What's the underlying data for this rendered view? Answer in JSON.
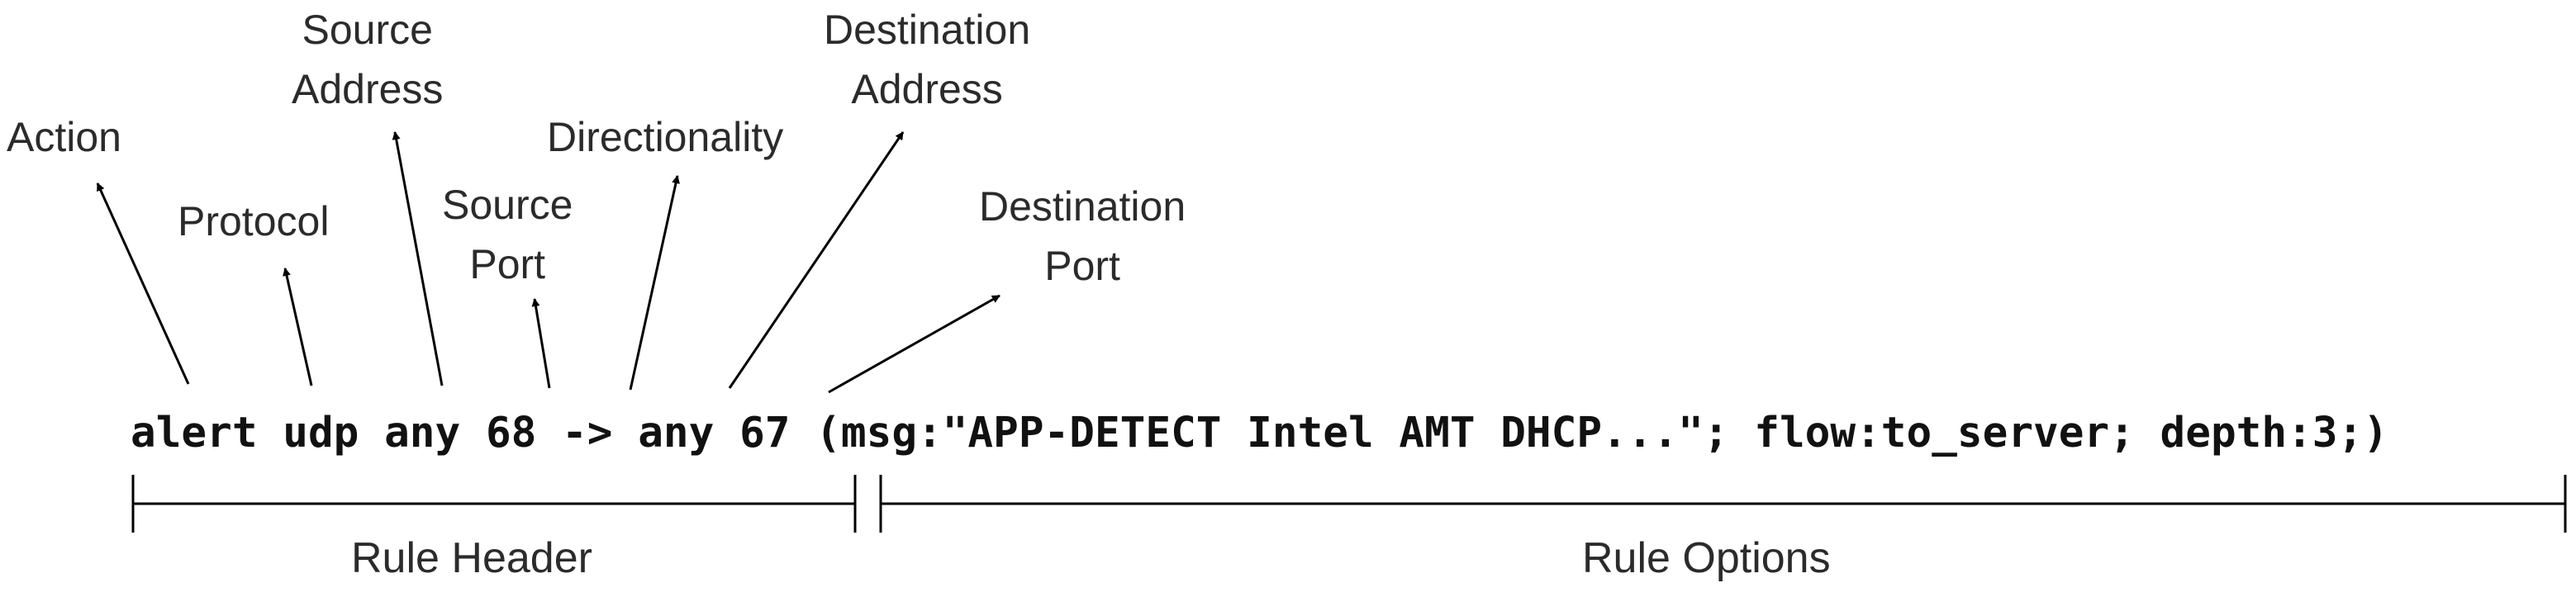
{
  "labels": {
    "action": "Action",
    "protocol": "Protocol",
    "source_address": [
      "Source",
      "Address"
    ],
    "source_port": [
      "Source",
      "Port"
    ],
    "directionality": "Directionality",
    "destination_address": [
      "Destination",
      "Address"
    ],
    "destination_port": [
      "Destination",
      "Port"
    ]
  },
  "rule": {
    "action": "alert",
    "protocol": "udp",
    "source_address": "any",
    "source_port": "68",
    "direction": "->",
    "destination_address": "any",
    "destination_port": "67",
    "options": "(msg:\"APP-DETECT Intel AMT DHCP...\"; flow:to_server; depth:3;)"
  },
  "sections": {
    "header": "Rule Header",
    "options": "Rule Options"
  },
  "colors": {
    "text": "#2b2b2b",
    "code": "#111111",
    "lines": "#000000"
  }
}
